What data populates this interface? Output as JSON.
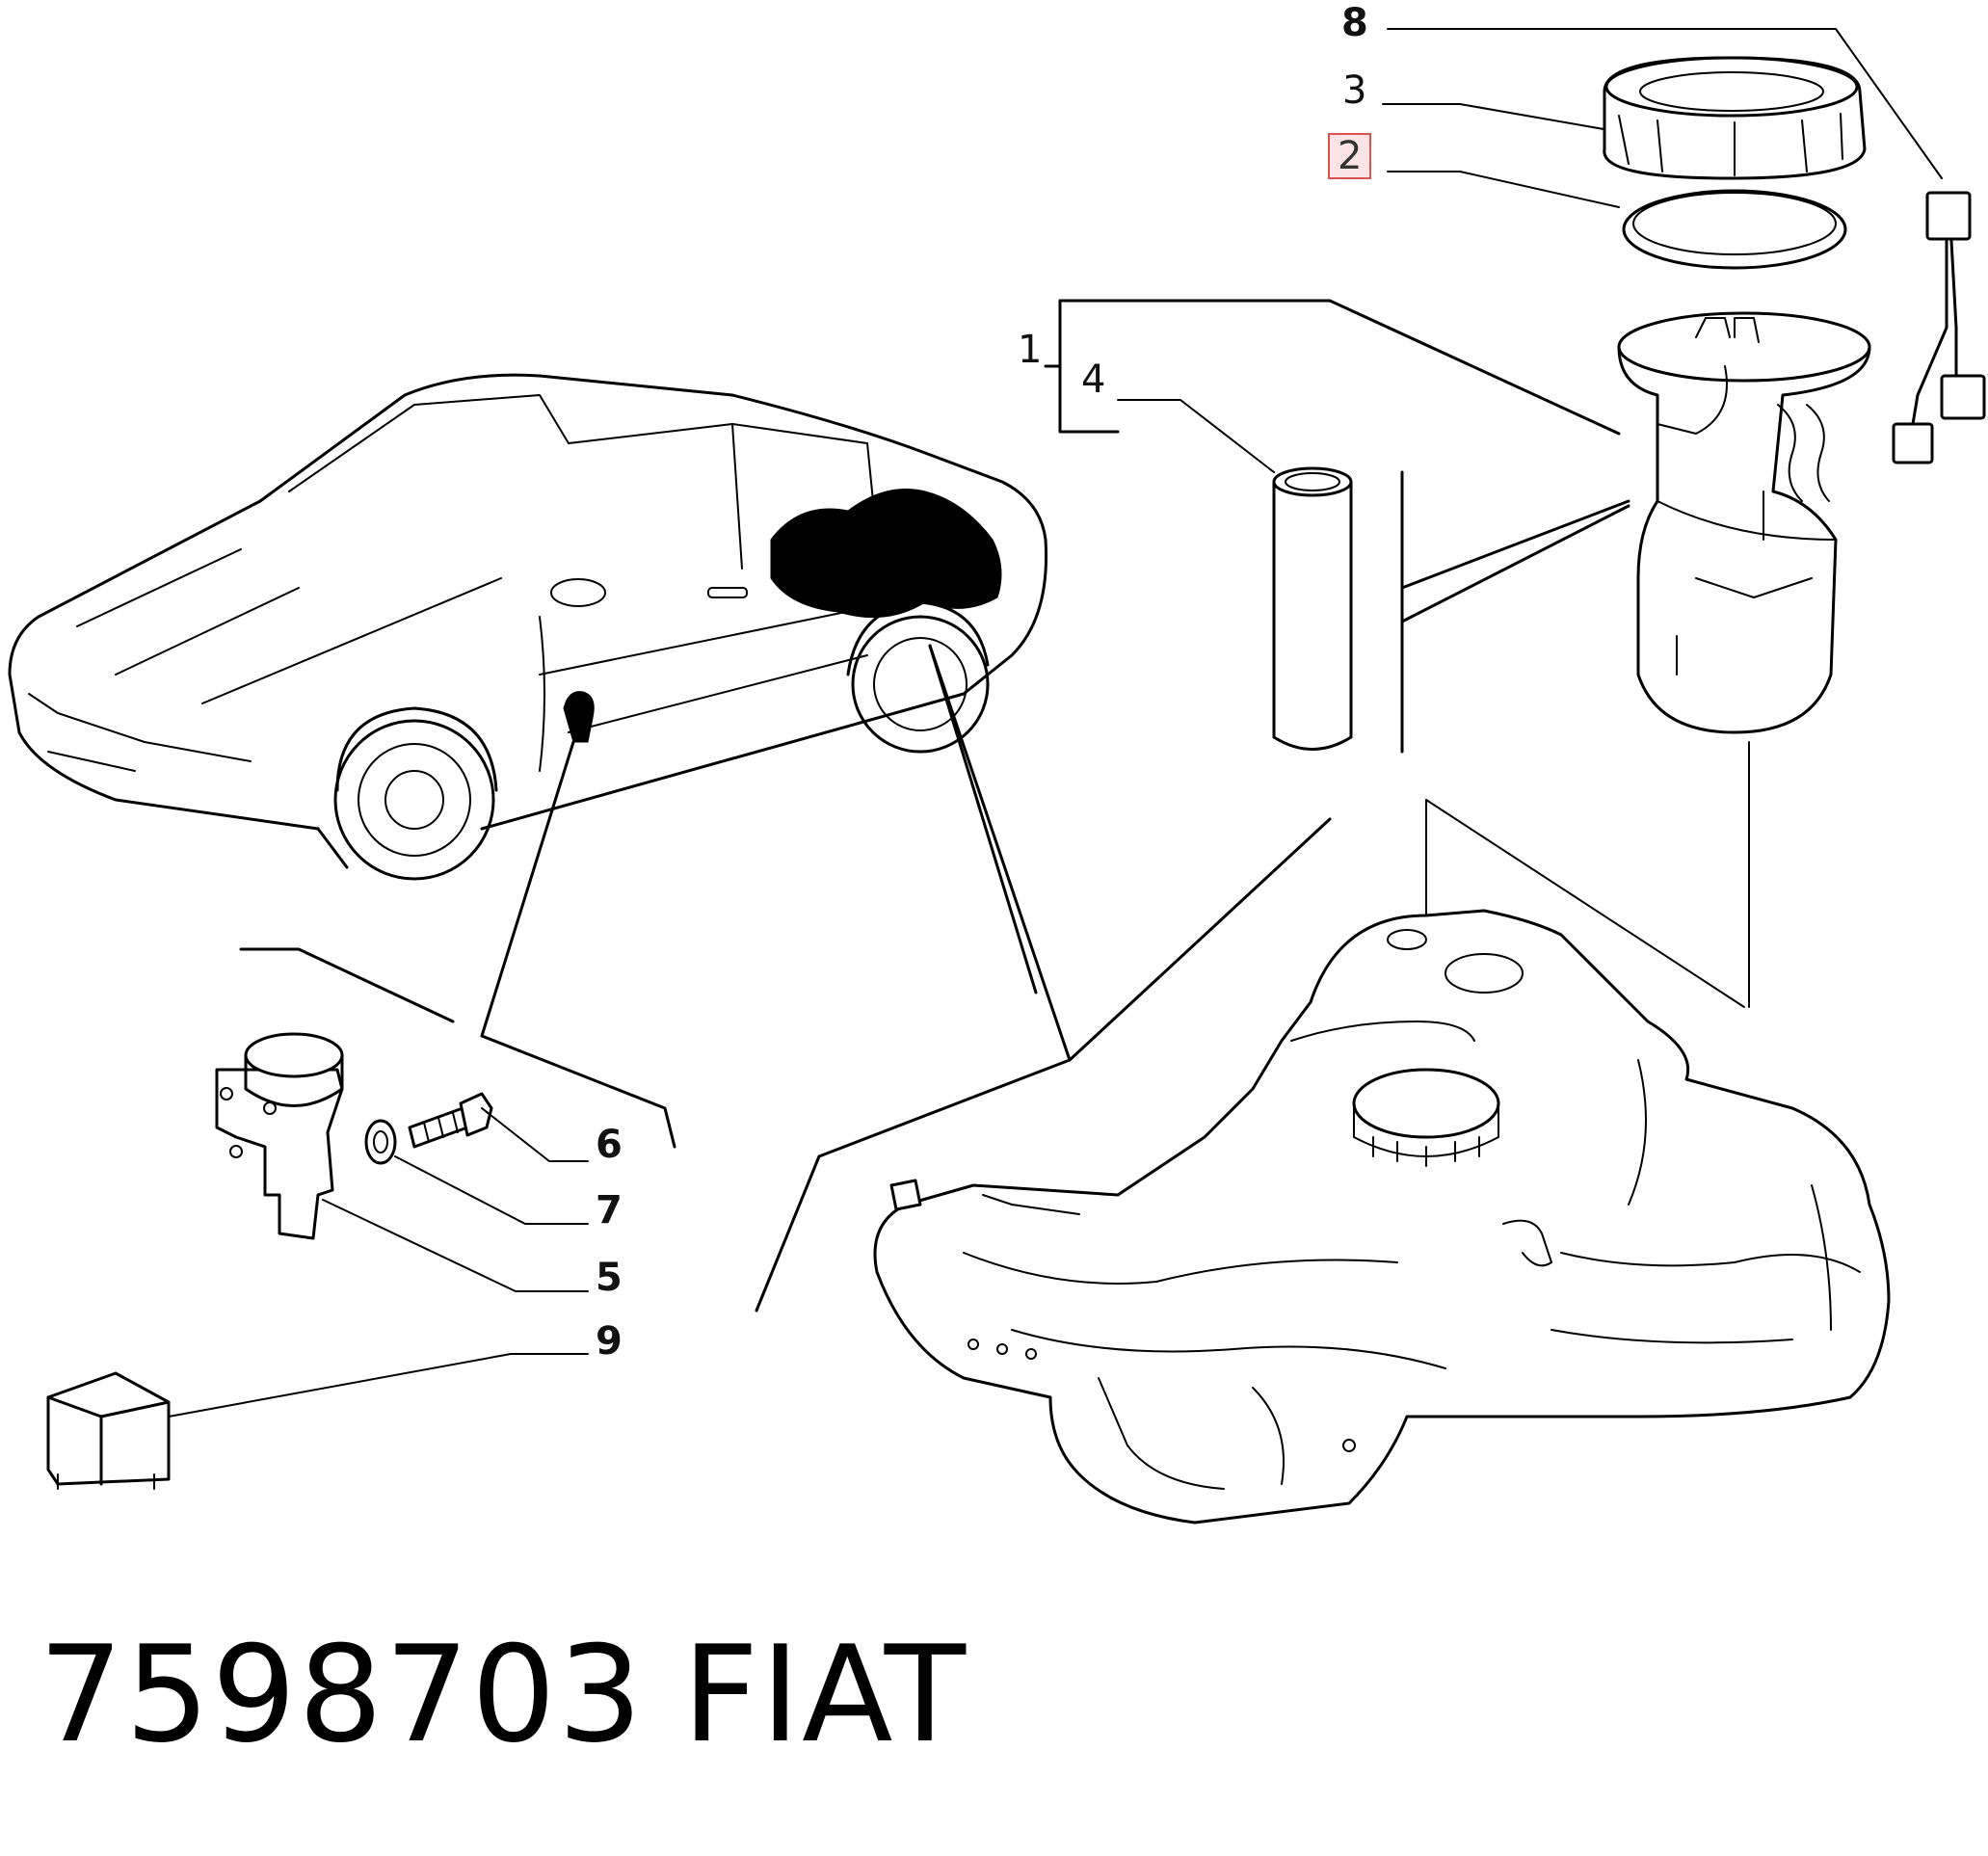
{
  "callouts": {
    "n1": "1",
    "n2": "2",
    "n3": "3",
    "n4": "4",
    "n5": "5",
    "n6": "6",
    "n7": "7",
    "n8": "8",
    "n9": "9"
  },
  "highlighted_callout": "2",
  "caption": {
    "part_number": "7598703",
    "brand": "FIAT"
  },
  "colors": {
    "highlight_border": "#d9534f",
    "highlight_fill": "#fbe3e6",
    "line": "#000000"
  }
}
